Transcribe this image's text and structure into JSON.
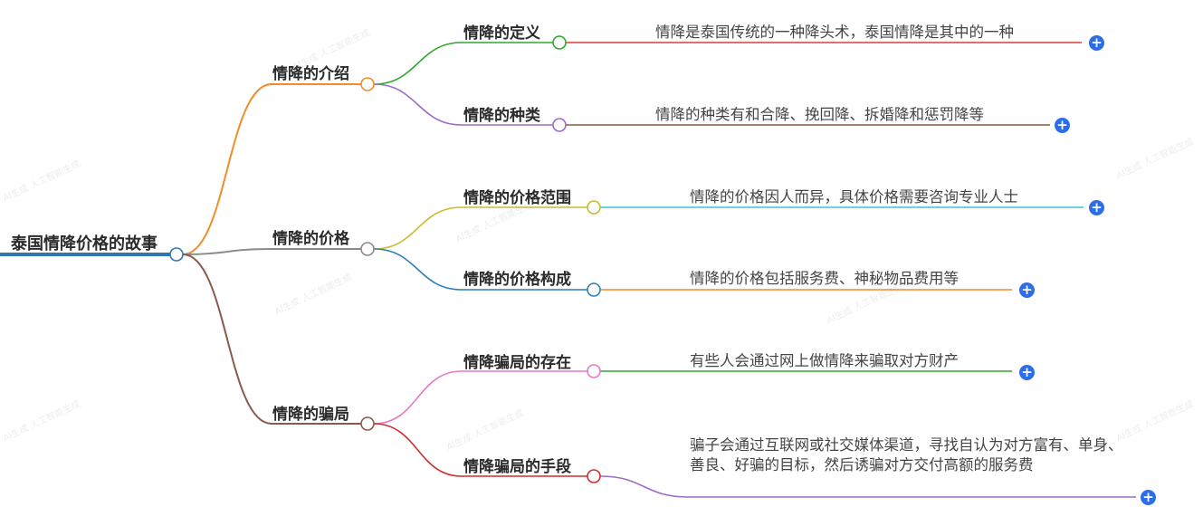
{
  "root": {
    "label": "泰国情降价格的故事",
    "color": "#2d78b3"
  },
  "branches": [
    {
      "label": "情降的介绍",
      "color": "#f28c28",
      "children": [
        {
          "label": "情降的定义",
          "color": "#2ea82e",
          "leaf": "情降是泰国传统的一种降头术，泰国情降是其中的一种",
          "leaf_color": "#e03b3b"
        },
        {
          "label": "情降的种类",
          "color": "#9a6cc4",
          "leaf": "情降的种类有和合降、挽回降、拆婚降和惩罚降等",
          "leaf_color": "#8b5a3c"
        }
      ]
    },
    {
      "label": "情降的价格",
      "color": "#8a8a8a",
      "children": [
        {
          "label": "情降的价格范围",
          "color": "#c5bd2e",
          "leaf": "情降的价格因人而异，具体价格需要咨询专业人士",
          "leaf_color": "#3cc3dd"
        },
        {
          "label": "情降的价格构成",
          "color": "#2c7fb8",
          "leaf": "情降的价格包括服务费、神秘物品费用等",
          "leaf_color": "#f28c28"
        }
      ]
    },
    {
      "label": "情降的骗局",
      "color": "#8b5a4a",
      "children": [
        {
          "label": "情降骗局的存在",
          "color": "#e879c2",
          "leaf": "有些人会通过网上做情降来骗取对方财产",
          "leaf_color": "#2ea82e"
        },
        {
          "label": "情降骗局的手段",
          "color": "#cc2f2f",
          "leaf": "骗子会通过互联网或社交媒体渠道，寻找自认为对方富有、单身、善良、好骗的目标，然后诱骗对方交付高额的服务费",
          "leaf_color": "#9a6cc4"
        }
      ]
    }
  ],
  "expand_icon": "plus-circle-icon",
  "watermark_text": "AI生成 人工智能生成"
}
